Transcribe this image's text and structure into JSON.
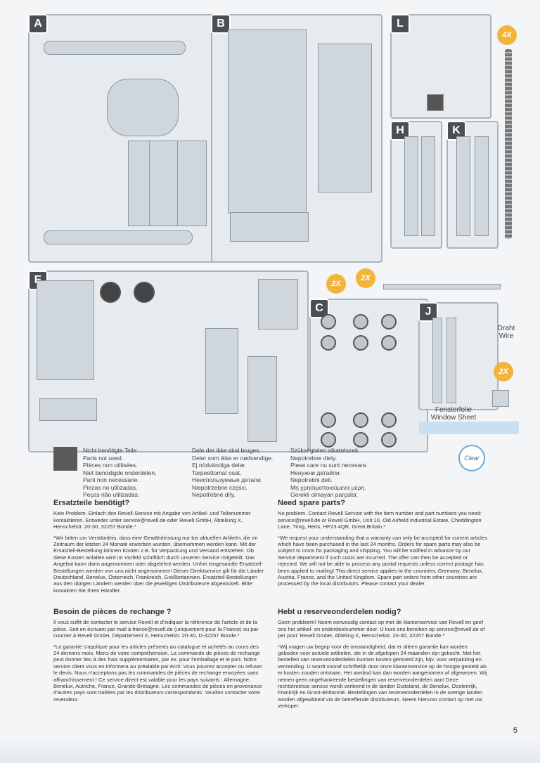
{
  "sprues": {
    "A": "A",
    "B": "B",
    "L": "L",
    "H": "H",
    "K": "K",
    "E": "E",
    "C": "C",
    "J": "J"
  },
  "badges": {
    "x4": "4X",
    "x2a": "2X",
    "x2b": "2X",
    "x2c": "2X"
  },
  "side_labels": {
    "wire_de": "Draht",
    "wire_en": "Wire",
    "window_de": "Fensterfolie",
    "window_en": "Window Sheet"
  },
  "clear_label": "Clear",
  "legend": {
    "col1": [
      "Nicht benötigte Teile",
      "Parts not used.",
      "Pièces non utilisées.",
      "Niet benodigde onderdelen.",
      "Parti non necessarie.",
      "Piezas no utilizadas.",
      "Peças não utilizadas."
    ],
    "col2": [
      "Dele der ikke skal bruges.",
      "Deler som ikke er nødvendige.",
      "Ej nödvändiga delar.",
      "Tarpeettomat osat.",
      "Неиспользуемые детали.",
      "Niepotrzebne części.",
      "Nepotřebné díly."
    ],
    "col3": [
      "Szükségtelen alkatrészek.",
      "Nepotrebne diely.",
      "Piese care nu sunt necesare.",
      "Ненужни детайли.",
      "Nepotrebni deli.",
      "Μη χρησιμοποιούμενα μέρη.",
      "Gerekli olmayan parçalar."
    ]
  },
  "sections": {
    "de": {
      "title": "Ersatzteile benötigt?",
      "p1": "Kein Problem. Einlach den Revell-Service mit Angabe von Artikel- und Teilenummer kontaktieren. Entweder unter service@revell.de oder Revell GmbH, Abteilung X, Henschelstr. 20-30, 32257 Bünde.*",
      "p2": "*Wir bitten um Verständnis, dass eine Gewährleistung nur bei aktuellen Artikeln, die im Zeitraum der letzten 24 Monate erworben wurden, übernommen werden kann. Mit der Ersatzteil-Bestellung können Kosten z.B. für Verpackung und Versand entstehen. Ob diese Kosten anfallen wird im Vorfeld schriftlich durch unseren Service mitgeteilt. Das Angebot kann dann angenommen oder abgelehnt werden. Unfrei eingesandte Ersatzteil-Bestellungen werden von uns nicht angenommen! Dieser Direktservice gilt für die Länder Deutschland, Benelux, Österreich, Frankreich, Großbritannien. Ersatzteil-Bestellungen aus den übrigen Ländern werden über die jeweiligen Distributeure abgewickelt. Bitte kontakten Sie Ihren Händler."
    },
    "en": {
      "title": "Need spare parts?",
      "p1": "No problem. Contact Revell Service with the item number and part numbers you need: service@revell.de or Revell GmbH, Unit 10, Old Airfield Industrial Estate, Cheddington Lane, Tring, Herts, HP23 4QR, Great Britain.*",
      "p2": "*We request your understanding that a warranty can only be accepted for current articles which have been purchased in the last 24 months. Orders for spare parts may also be subject to costs for packaging and shipping. You will be notified in advance by our Service department if such costs are incurred. The offer can then be accepted or rejected. We will not be able to process any postal requests unless correct postage has been applied to mailing! This direct service applies to the countries: Germany, Benelux, Austria, France, and the United Kingdom. Spare part orders from other countries are processed by the local distributors. Please contact your dealer."
    },
    "fr": {
      "title": "Besoin de pièces de rechange ?",
      "p1": "Il vous suffit de contacter le service Revell et d'indiquer la référence de l'article et de la pièce. Soit en écrivant par mail à france@revell.de (uniquement pour la France) ou par courrier à Revell GmbH, Département X, Henschelstr. 20-30, D-32257 Bünde.*",
      "p2": "*La garantie s'applique pour les articles présents au catalogue et achetés au cours des 24 derniers mois. Merci de votre compréhension. La commande de pièces de rechange peut donner lieu à des frais supplémentaires, par ex. pour l'emballage et le port. Notre service client vous en informera au préalable par écrit. Vous pourrez accepter ou refuser le devis. Nous n'acceptons pas les commandes de pièces de rechange envoyées sans affranchissement ! Ce service direct est valable pour les pays suivants : Allemagne, Benelux, Autriche, France, Grande-Bretagne. Les commandes de pièces en provenance d'autres pays sont traitées par les distributeurs correspondants. Veuillez contacter votre revendeur."
    },
    "nl": {
      "title": "Hebt u reserveonderdelen nodig?",
      "p1": "Geen probleem! Neem eenvoudig contact op met de klantenservice van Revell en geef ons het artikel- en onderdeelnummer door. U kunt ons bereiken op service@revell.de of per post: Revell GmbH, Afdeling X, Henschelstr. 20-30, 32257 Bünde.*",
      "p2": "*Wij vragen uw begrip voor de omstandigheid, dat er alleen garantie kan worden geboden voor actuele artikelen, die in de afgelopen 24 maanden zijn gekocht. Met het bestellen van reserveonderdelen kunnen kosten gemoeid zijn, bijv. voor verpakking en verzending. U wordt vooraf schriftelijk door onze klantenservice op de hoogte gesteld als er kosten zouden ontstaan. Het aanbod kan dan worden aangenomen of afgewezen. Wij nemen geen ongefrankeerde bestellingen van reserveonderdelen aan! Deze rechtstreekse service wordt verleend in de landen Duitsland, de Benelux, Oostenrijk, Frankrijk en Groot-Brittannië. Bestellingen van reserveonderdelen in de overige landen worden afgewikkeld via de betreffende distributeurs. Neem hiervoor contact op met uw verkoper."
    }
  },
  "page_number": "5"
}
